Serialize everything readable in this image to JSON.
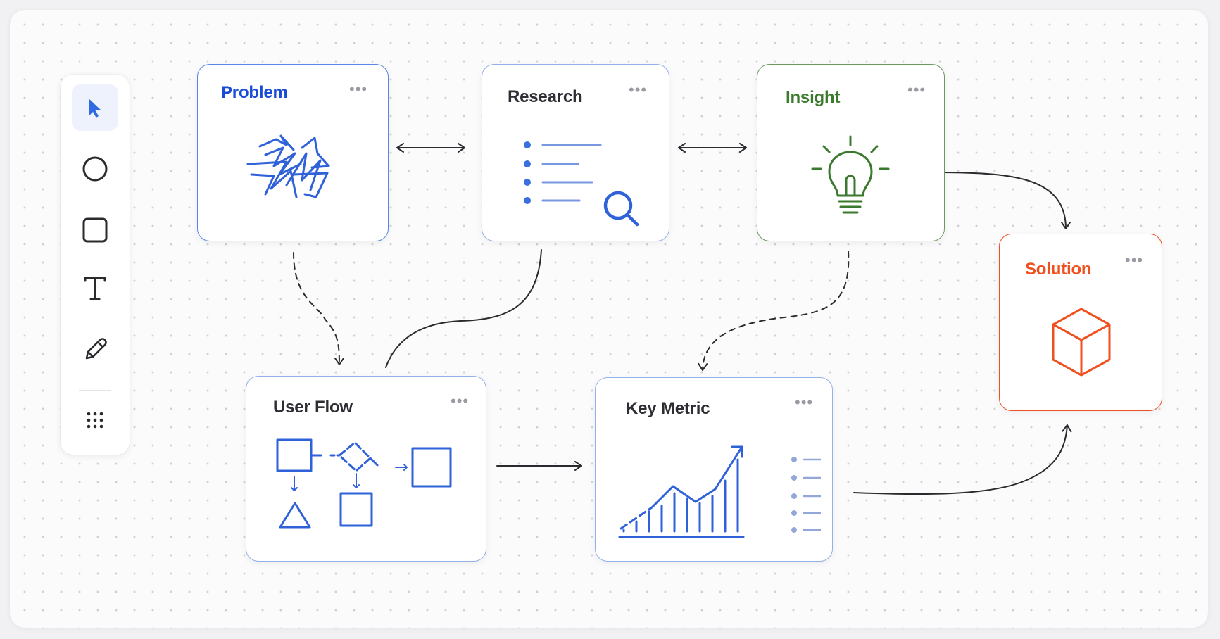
{
  "toolbar": {
    "tools": [
      {
        "name": "select",
        "icon": "cursor-icon",
        "active": true
      },
      {
        "name": "ellipse",
        "icon": "circle-icon",
        "active": false
      },
      {
        "name": "rectangle",
        "icon": "square-icon",
        "active": false
      },
      {
        "name": "text",
        "icon": "text-icon",
        "active": false
      },
      {
        "name": "pen",
        "icon": "pencil-icon",
        "active": false
      },
      {
        "name": "more",
        "icon": "grid-dots-icon",
        "active": false
      }
    ]
  },
  "cards": {
    "problem": {
      "title": "Problem",
      "menu": "•••",
      "icon": "scribble-icon",
      "color": "#1a4bd6"
    },
    "research": {
      "title": "Research",
      "menu": "•••",
      "icon": "magnifier-icon",
      "color": "#2d2d33"
    },
    "insight": {
      "title": "Insight",
      "menu": "•••",
      "icon": "lightbulb-icon",
      "color": "#3b7a2e"
    },
    "solution": {
      "title": "Solution",
      "menu": "•••",
      "icon": "cube-icon",
      "color": "#f0501e"
    },
    "user_flow": {
      "title": "User Flow",
      "menu": "•••",
      "icon": "flowchart-icon",
      "color": "#2d2d33"
    },
    "key_metric": {
      "title": "Key Metric",
      "menu": "•••",
      "icon": "bar-chart-icon",
      "color": "#2d2d33"
    }
  },
  "colors": {
    "accent_blue": "#3a6fe0",
    "insight_green": "#3b7a2e",
    "solution_orange": "#f0501e",
    "connector": "#2b2b2f"
  }
}
